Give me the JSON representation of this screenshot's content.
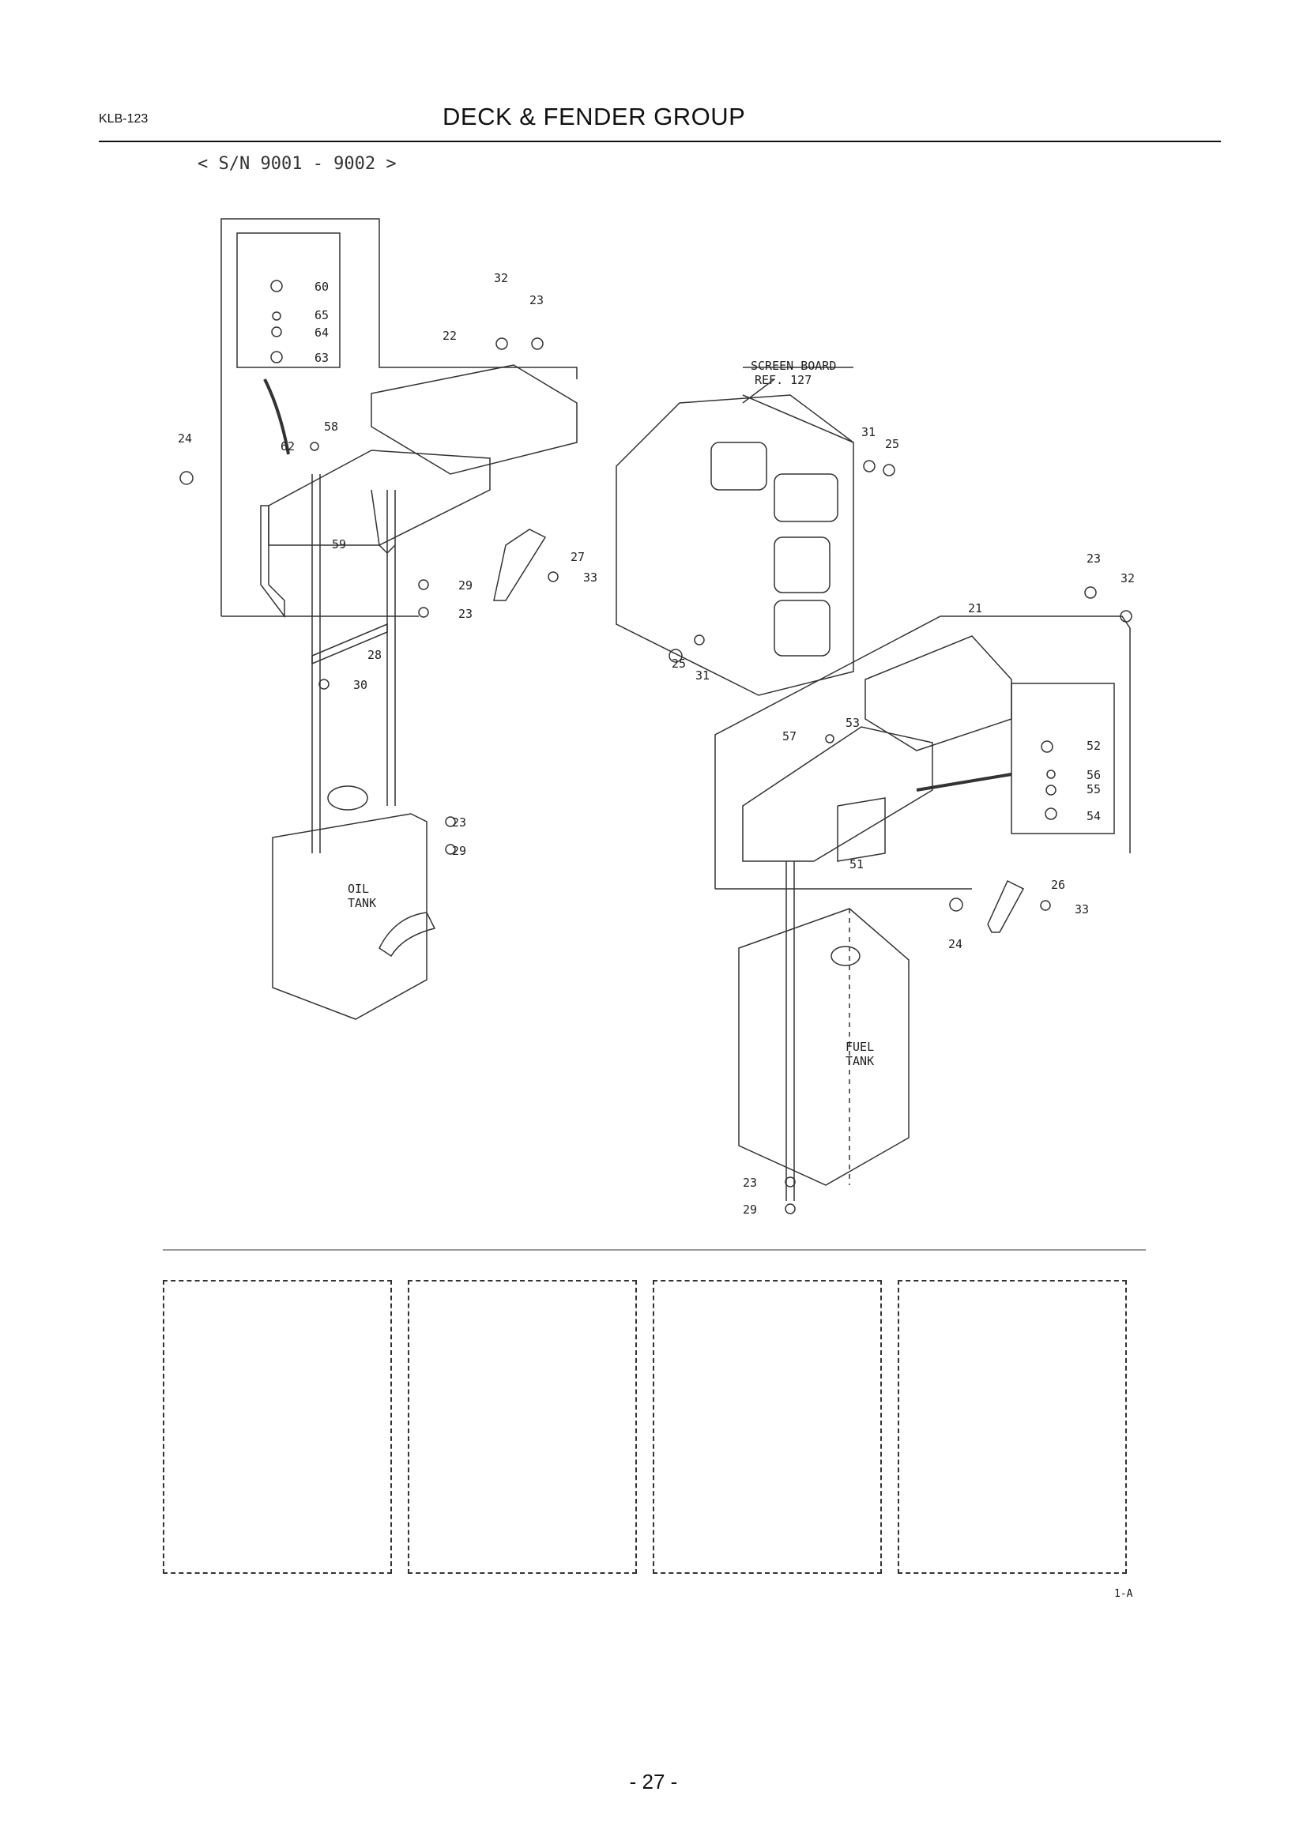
{
  "header": {
    "doc_code": "KLB-123",
    "title": "DECK & FENDER GROUP",
    "serial_range": "< S/N 9001 - 9002 >"
  },
  "labels": {
    "screen_board": "SCREEN BOARD",
    "screen_board_ref": "REF. 127",
    "oil_tank": [
      "OIL",
      "TANK"
    ],
    "fuel_tank": [
      "FUEL",
      "TANK"
    ]
  },
  "callouts": [
    "21",
    "22",
    "23",
    "23",
    "23",
    "23",
    "23",
    "24",
    "24",
    "25",
    "25",
    "26",
    "27",
    "28",
    "29",
    "29",
    "29",
    "30",
    "31",
    "31",
    "32",
    "32",
    "33",
    "33",
    "51",
    "52",
    "53",
    "54",
    "55",
    "56",
    "57",
    "58",
    "59",
    "60",
    "62",
    "63",
    "64",
    "65"
  ],
  "footer": {
    "sheet_tag": "1-A",
    "page_number": "- 27 -"
  },
  "colors": {
    "ink": "#111111",
    "line": "#333333",
    "paper": "#ffffff"
  }
}
